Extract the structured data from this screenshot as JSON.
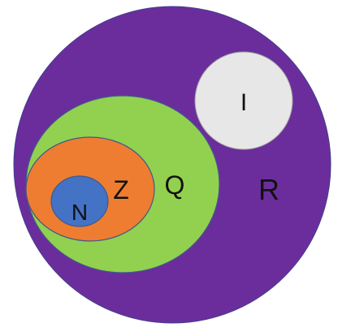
{
  "sets": {
    "R": {
      "label": "R",
      "color": "#6c2d9c"
    },
    "I": {
      "label": "I",
      "color": "#e7e7e7"
    },
    "Q": {
      "label": "Q",
      "color": "#92d050"
    },
    "Z": {
      "label": "Z",
      "color": "#ee7d31"
    },
    "N": {
      "label": "N",
      "color": "#4472c4"
    }
  },
  "outline_color": "#3f5a8a"
}
